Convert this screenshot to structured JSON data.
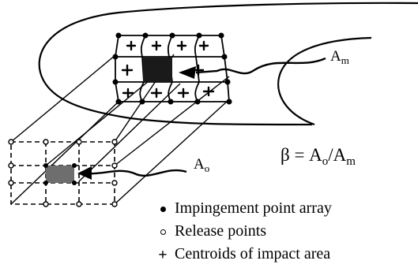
{
  "labels": {
    "am": "A",
    "am_sub": "m",
    "ao": "A",
    "ao_sub": "o",
    "beta_eq": "β = A",
    "beta_sub1": "o",
    "beta_slash": "/A",
    "beta_sub2": "m"
  },
  "legend": [
    {
      "symbol": "filled-dot",
      "text": "Impingement point array"
    },
    {
      "symbol": "open-dot",
      "text": "Release points"
    },
    {
      "symbol": "plus",
      "text": "Centroids of impact area"
    }
  ],
  "colors": {
    "ink": "#000000",
    "impact_fill": "#1a1a1a",
    "release_fill": "#6e6e6e"
  }
}
